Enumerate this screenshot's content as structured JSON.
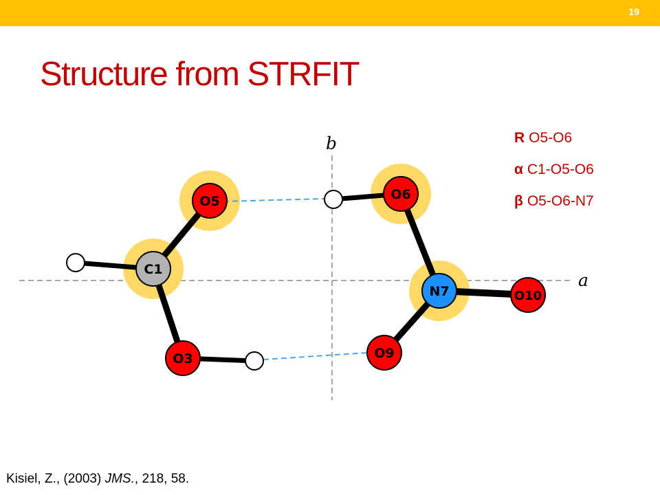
{
  "slide": {
    "number": "19",
    "title": "Structure from STRFIT"
  },
  "diagram": {
    "axes": {
      "a": "a",
      "b": "b"
    },
    "atoms": {
      "C1": "C1",
      "O3": "O3",
      "O5": "O5",
      "O6": "O6",
      "N7": "N7",
      "O9": "O9",
      "O10": "O10"
    },
    "colors": {
      "oxygen": "#ff0000",
      "nitrogen": "#1e90ff",
      "carbon": "#b3b3b3",
      "hydrogen": "#ffffff",
      "highlight": "#ffd966",
      "hbond": "#4da6e8",
      "accent": "#c00000",
      "bar": "#ffc000"
    }
  },
  "legend": [
    {
      "symbol": "R",
      "text": "O5-O6"
    },
    {
      "symbol": "α",
      "text": "C1-O5-O6"
    },
    {
      "symbol": "β",
      "text": "O5-O6-N7"
    }
  ],
  "citation": {
    "prefix": "Kisiel, Z., (2003) ",
    "journal": "JMS.",
    "suffix": ", 218, 58."
  }
}
